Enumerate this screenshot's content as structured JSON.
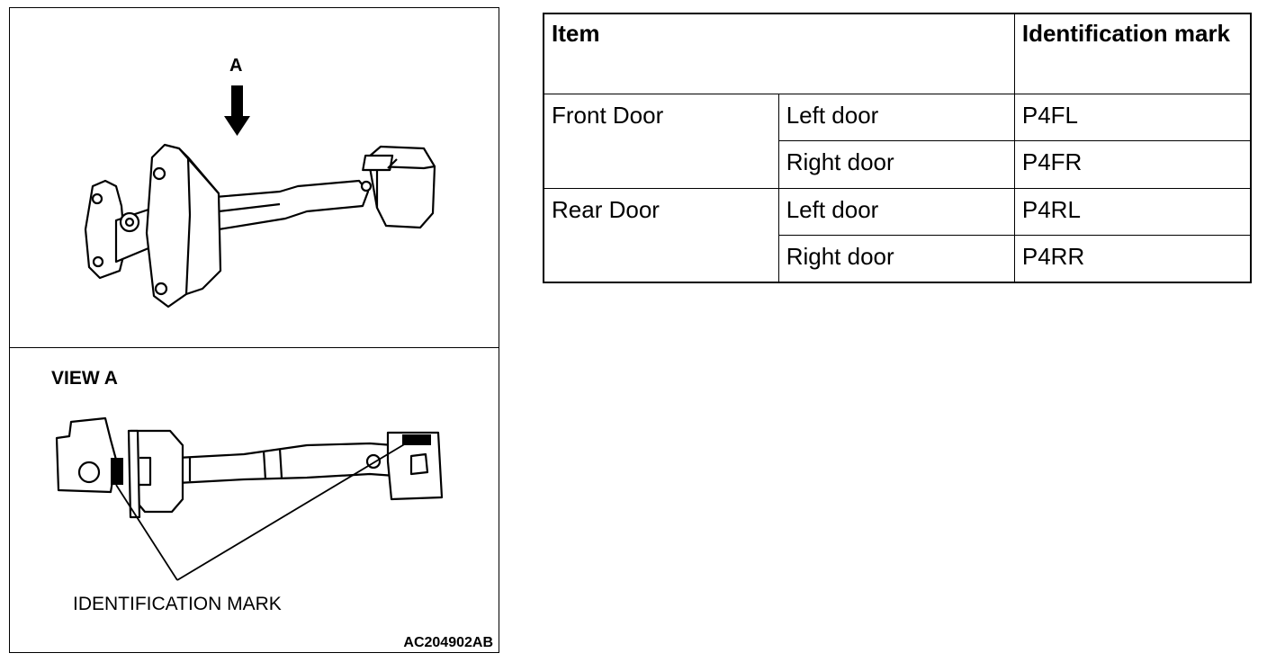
{
  "figure": {
    "label_a": "A",
    "view_label": "VIEW A",
    "mark_label": "IDENTIFICATION MARK",
    "figure_code": "AC204902AB"
  },
  "table": {
    "headers": [
      "Item",
      "Identification mark"
    ],
    "groups": [
      {
        "item": "Front Door",
        "rows": [
          {
            "side": "Left door",
            "mark": "P4FL"
          },
          {
            "side": "Right door",
            "mark": "P4FR"
          }
        ]
      },
      {
        "item": "Rear Door",
        "rows": [
          {
            "side": "Left door",
            "mark": "P4RL"
          },
          {
            "side": "Right door",
            "mark": "P4RR"
          }
        ]
      }
    ]
  }
}
